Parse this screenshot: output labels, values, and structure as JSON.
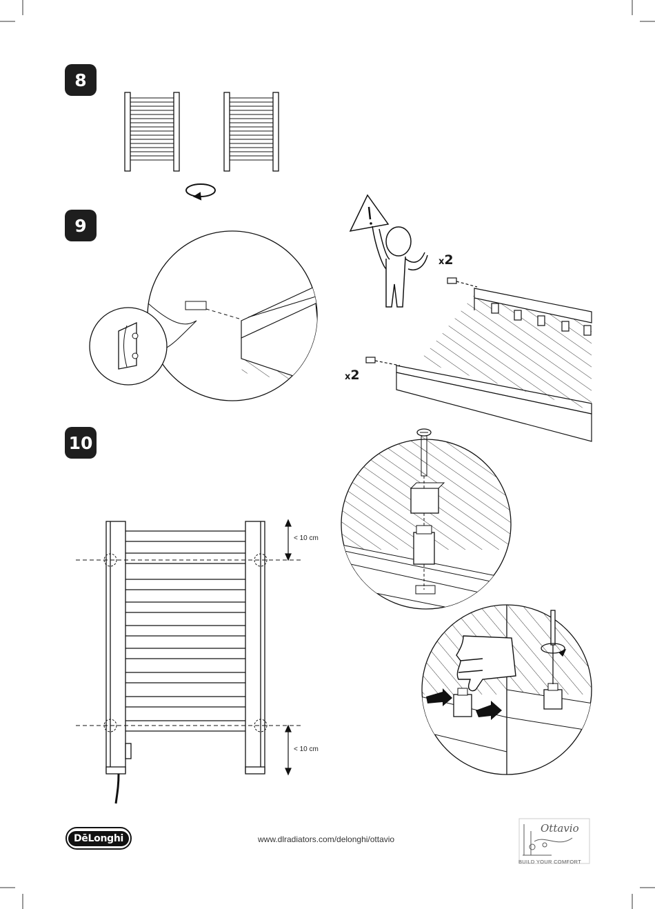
{
  "steps": {
    "step8": "8",
    "step9": "9",
    "step10": "10"
  },
  "labels": {
    "qty_upper": "2",
    "qty_lower": "2",
    "qty_prefix": "x",
    "gap_top": "< 10 cm",
    "gap_bottom": "< 10 cm"
  },
  "footer": {
    "brand": "DēLonghi",
    "url": "www.dlradiators.com/delonghi/ottavio",
    "ottavio_name": "Ottavio",
    "ottavio_tagline": "BUILD YOUR COMFORT"
  },
  "icons": {
    "warning": "warning-triangle-icon",
    "rotate": "rotate-arrow-icon",
    "screwdriver": "screwdriver-icon"
  }
}
